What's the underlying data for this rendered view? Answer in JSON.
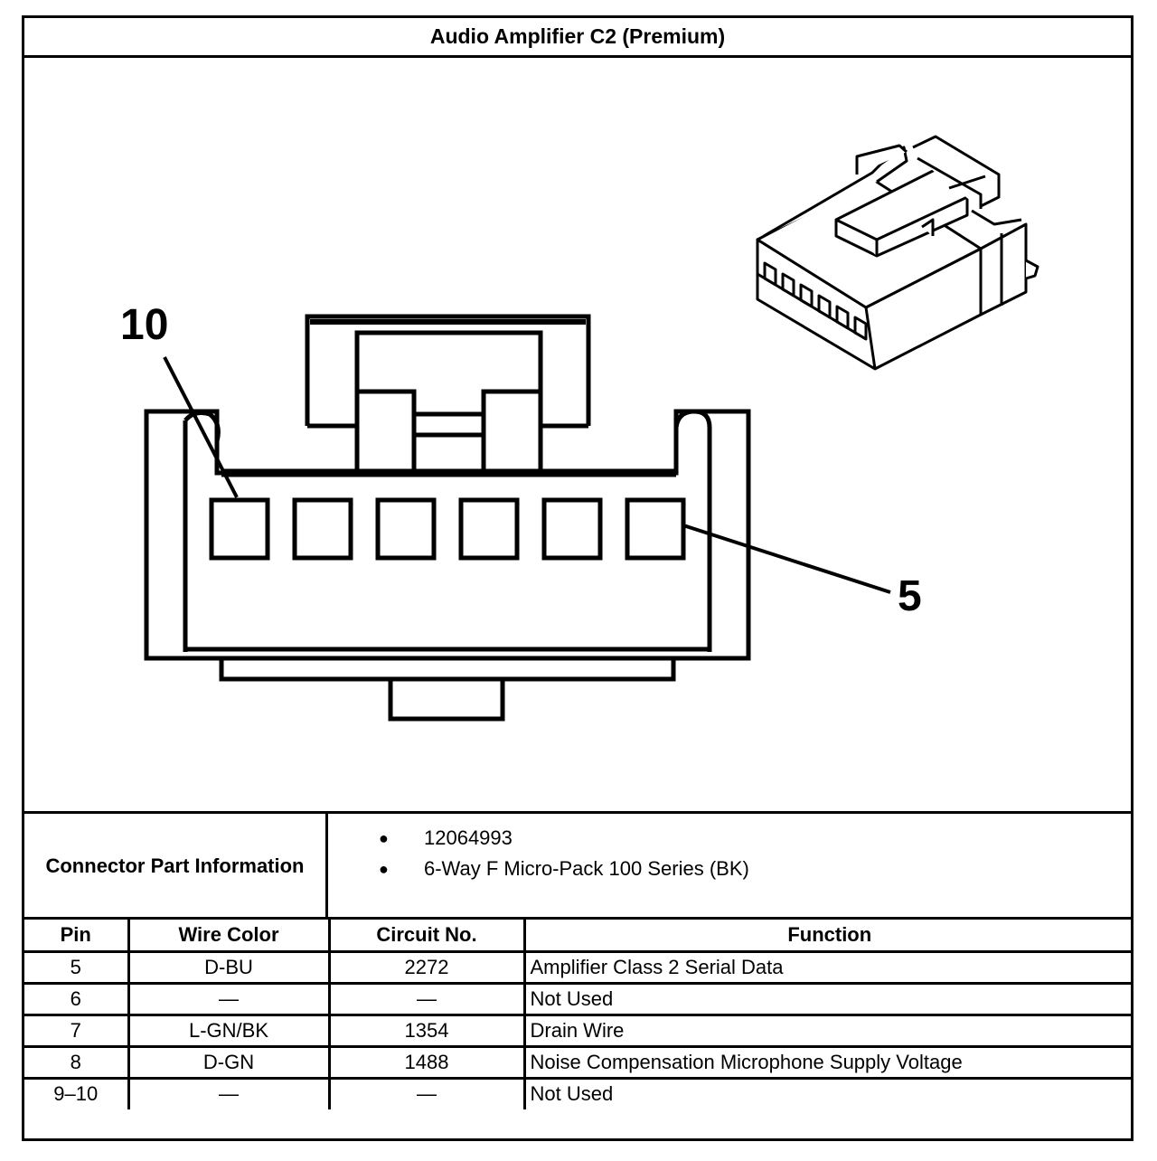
{
  "title": "Audio Amplifier C2 (Premium)",
  "diagram": {
    "callouts": {
      "left_pin": "10",
      "right_pin": "5"
    }
  },
  "connector_info": {
    "label": "Connector Part Information",
    "items": [
      "12064993",
      "6-Way F Micro-Pack 100 Series (BK)"
    ],
    "bullet": "●"
  },
  "pin_table": {
    "headers": {
      "pin": "Pin",
      "wire_color": "Wire Color",
      "circuit": "Circuit No.",
      "function": "Function"
    },
    "rows": [
      {
        "pin": "5",
        "wire_color": "D-BU",
        "circuit": "2272",
        "function": "Amplifier Class 2 Serial Data"
      },
      {
        "pin": "6",
        "wire_color": "—",
        "circuit": "—",
        "function": "Not Used"
      },
      {
        "pin": "7",
        "wire_color": "L-GN/BK",
        "circuit": "1354",
        "function": "Drain Wire"
      },
      {
        "pin": "8",
        "wire_color": "D-GN",
        "circuit": "1488",
        "function": "Noise Compensation Microphone Supply Voltage"
      },
      {
        "pin": "9–10",
        "wire_color": "—",
        "circuit": "—",
        "function": "Not Used"
      }
    ]
  }
}
